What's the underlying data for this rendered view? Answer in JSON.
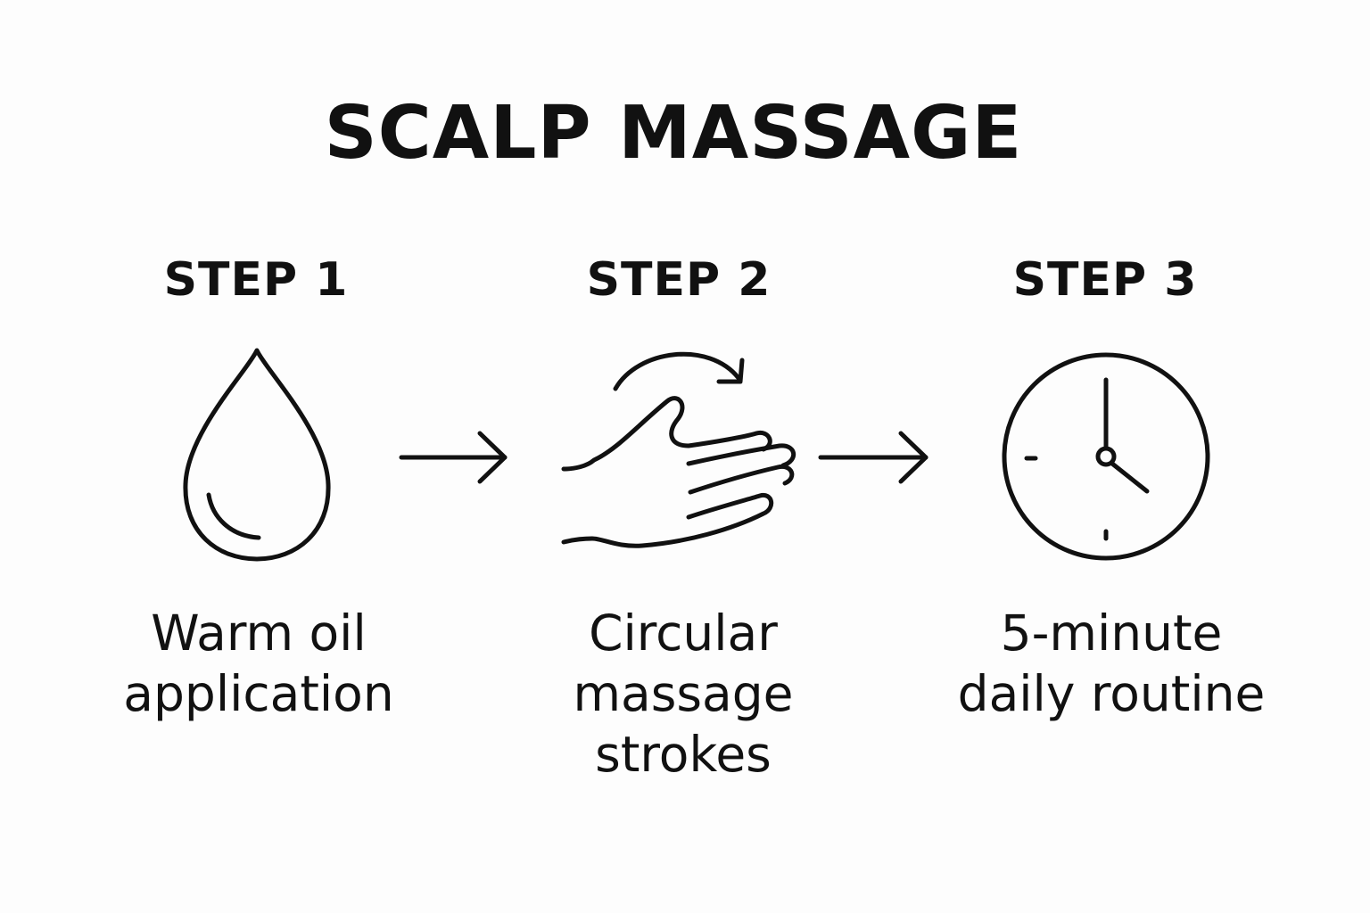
{
  "title": "SCALP MASSAGE",
  "steps": [
    {
      "heading": "STEP 1",
      "icon": "oil-drop-icon",
      "caption_lines": [
        "Warm oil",
        "application"
      ]
    },
    {
      "heading": "STEP 2",
      "icon": "hand-circular-motion-icon",
      "caption_lines": [
        "Circular",
        "massage",
        "strokes"
      ]
    },
    {
      "heading": "STEP 3",
      "icon": "clock-icon",
      "caption_lines": [
        "5-minute",
        "daily routine"
      ]
    }
  ],
  "connectors": [
    "arrow-right-icon",
    "arrow-right-icon"
  ],
  "colors": {
    "background": "#fdfdfd",
    "ink": "#111111"
  }
}
